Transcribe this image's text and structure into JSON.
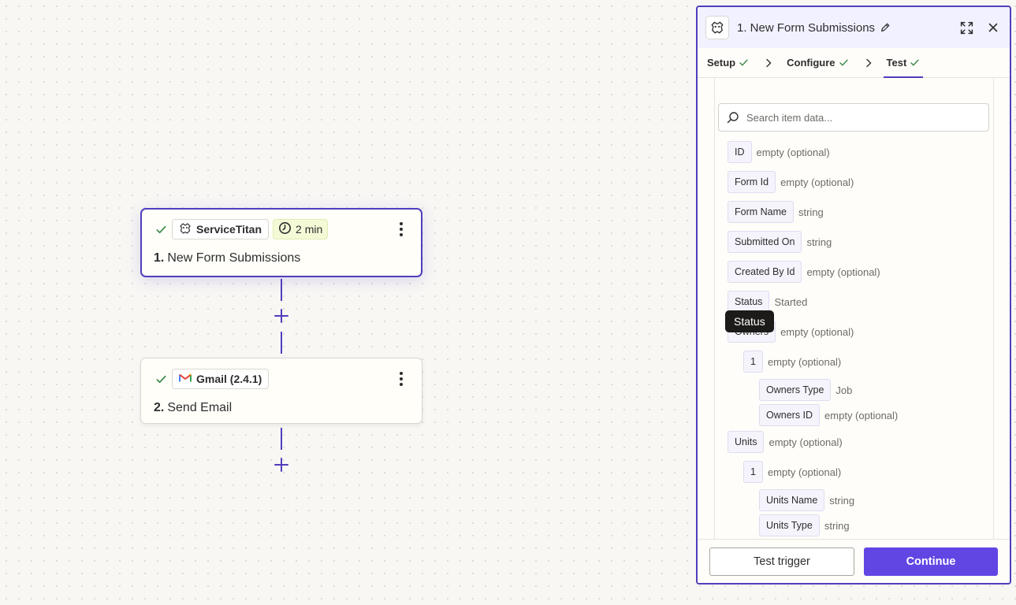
{
  "steps": [
    {
      "app_name": "ServiceTitan",
      "app_icon": "servicetitan-logo-icon",
      "time_badge": "2 min",
      "number": "1.",
      "title": "New Form Submissions",
      "selected": true
    },
    {
      "app_name": "Gmail (2.4.1)",
      "app_icon": "gmail-logo-icon",
      "number": "2.",
      "title": "Send Email",
      "selected": false
    }
  ],
  "panel": {
    "title": "1. New Form Submissions",
    "tabs": [
      {
        "label": "Setup",
        "complete": true
      },
      {
        "label": "Configure",
        "complete": true
      },
      {
        "label": "Test",
        "complete": true,
        "active": true
      }
    ],
    "search_placeholder": "Search item data...",
    "fields": [
      {
        "key": "ID",
        "value": "empty (optional)",
        "level": 0
      },
      {
        "key": "Form Id",
        "value": "empty (optional)",
        "level": 0
      },
      {
        "key": "Form Name",
        "value": "string",
        "level": 0
      },
      {
        "key": "Submitted On",
        "value": "string",
        "level": 0
      },
      {
        "key": "Created By Id",
        "value": "empty (optional)",
        "level": 0
      },
      {
        "key": "Status",
        "value": "Started",
        "level": 0
      },
      {
        "key": "Owners",
        "value": "empty (optional)",
        "level": 0
      },
      {
        "key": "1",
        "value": "empty (optional)",
        "level": 1
      },
      {
        "key": "Owners Type",
        "value": "Job",
        "level": 2
      },
      {
        "key": "Owners ID",
        "value": "empty (optional)",
        "level": 2
      },
      {
        "key": "Units",
        "value": "empty (optional)",
        "level": 0
      },
      {
        "key": "1",
        "value": "empty (optional)",
        "level": 1
      },
      {
        "key": "Units Name",
        "value": "string",
        "level": 2
      },
      {
        "key": "Units Type",
        "value": "string",
        "level": 2
      }
    ],
    "tooltip": "Status",
    "test_button": "Test trigger",
    "continue_button": "Continue"
  },
  "colors": {
    "accent": "#503ebd",
    "primary_button": "#6146e4",
    "success": "#4a8a4f",
    "time_badge_bg": "#f4f9d6"
  }
}
